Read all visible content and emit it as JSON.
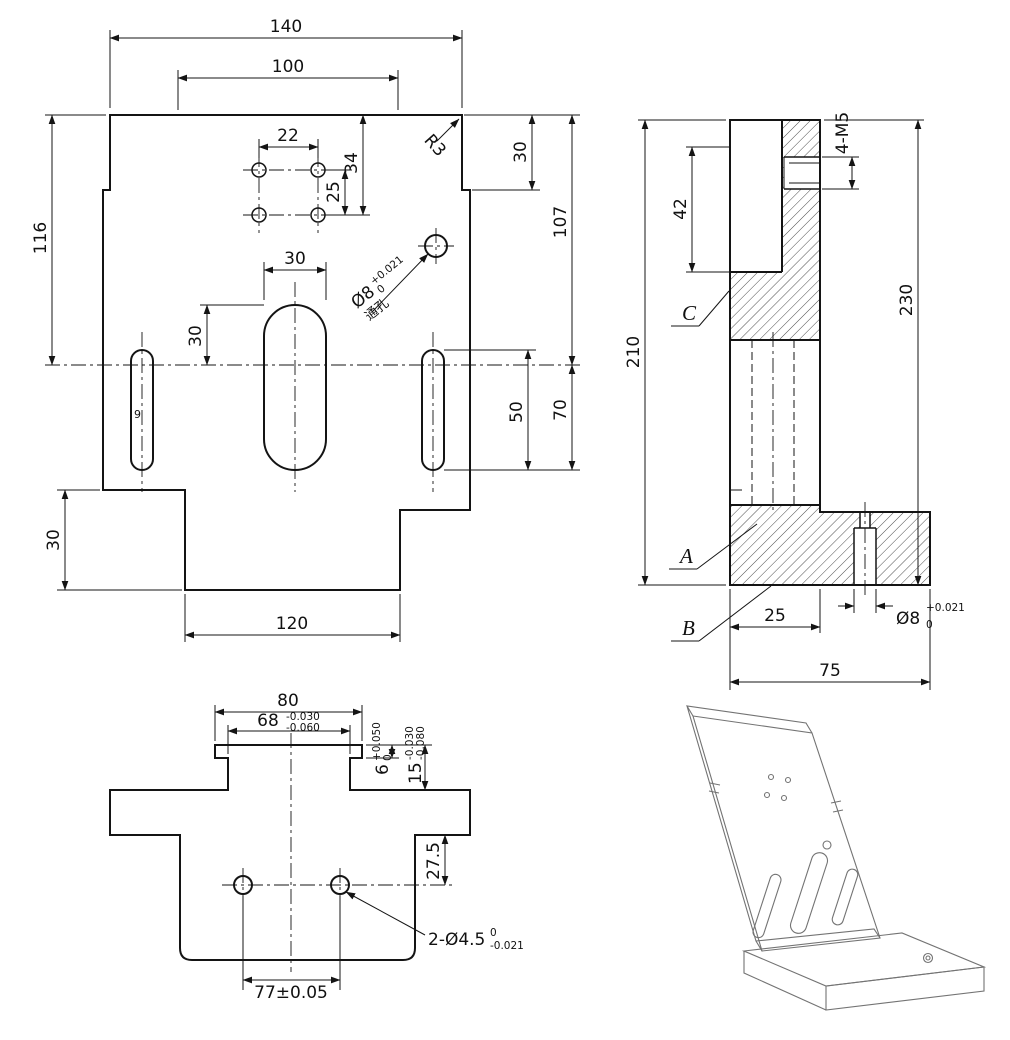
{
  "title": "Bracket part three-view engineering drawing",
  "front": {
    "w140": "140",
    "w100": "100",
    "w22": "22",
    "h34": "34",
    "h25": "25",
    "r3": "R3",
    "h30_right": "30",
    "h107": "107",
    "h116": "116",
    "slot_w30": "30",
    "slot_off30": "30",
    "h70": "70",
    "h50": "50",
    "h30_tab": "30",
    "w120": "120",
    "slot_label": "9",
    "hole": {
      "dia": "Ø8",
      "tol_upper": "+0.021",
      "tol_lower": "0",
      "note": "通孔"
    }
  },
  "side": {
    "h42": "42",
    "m5": "4-M5",
    "h210": "210",
    "h230": "230",
    "w25": "25",
    "w75": "75",
    "label_a": "A",
    "label_b": "B",
    "label_c": "C",
    "hole": {
      "dia": "Ø8",
      "tol_upper": "+0.021",
      "tol_lower": "0"
    }
  },
  "bottom": {
    "w80": "80",
    "w68": "68",
    "w68_tu": "-0.030",
    "w68_tl": "-0.060",
    "h6": "6",
    "h6_tu": "+0.050",
    "h6_tl": "0",
    "h15": "15",
    "h15_tu": "-0.030",
    "h15_tl": "-0.080",
    "h27_5": "27.5",
    "holes": "2-Ø4.5",
    "holes_tu": "0",
    "holes_tl": "-0.021",
    "w77": "77±0.05"
  }
}
